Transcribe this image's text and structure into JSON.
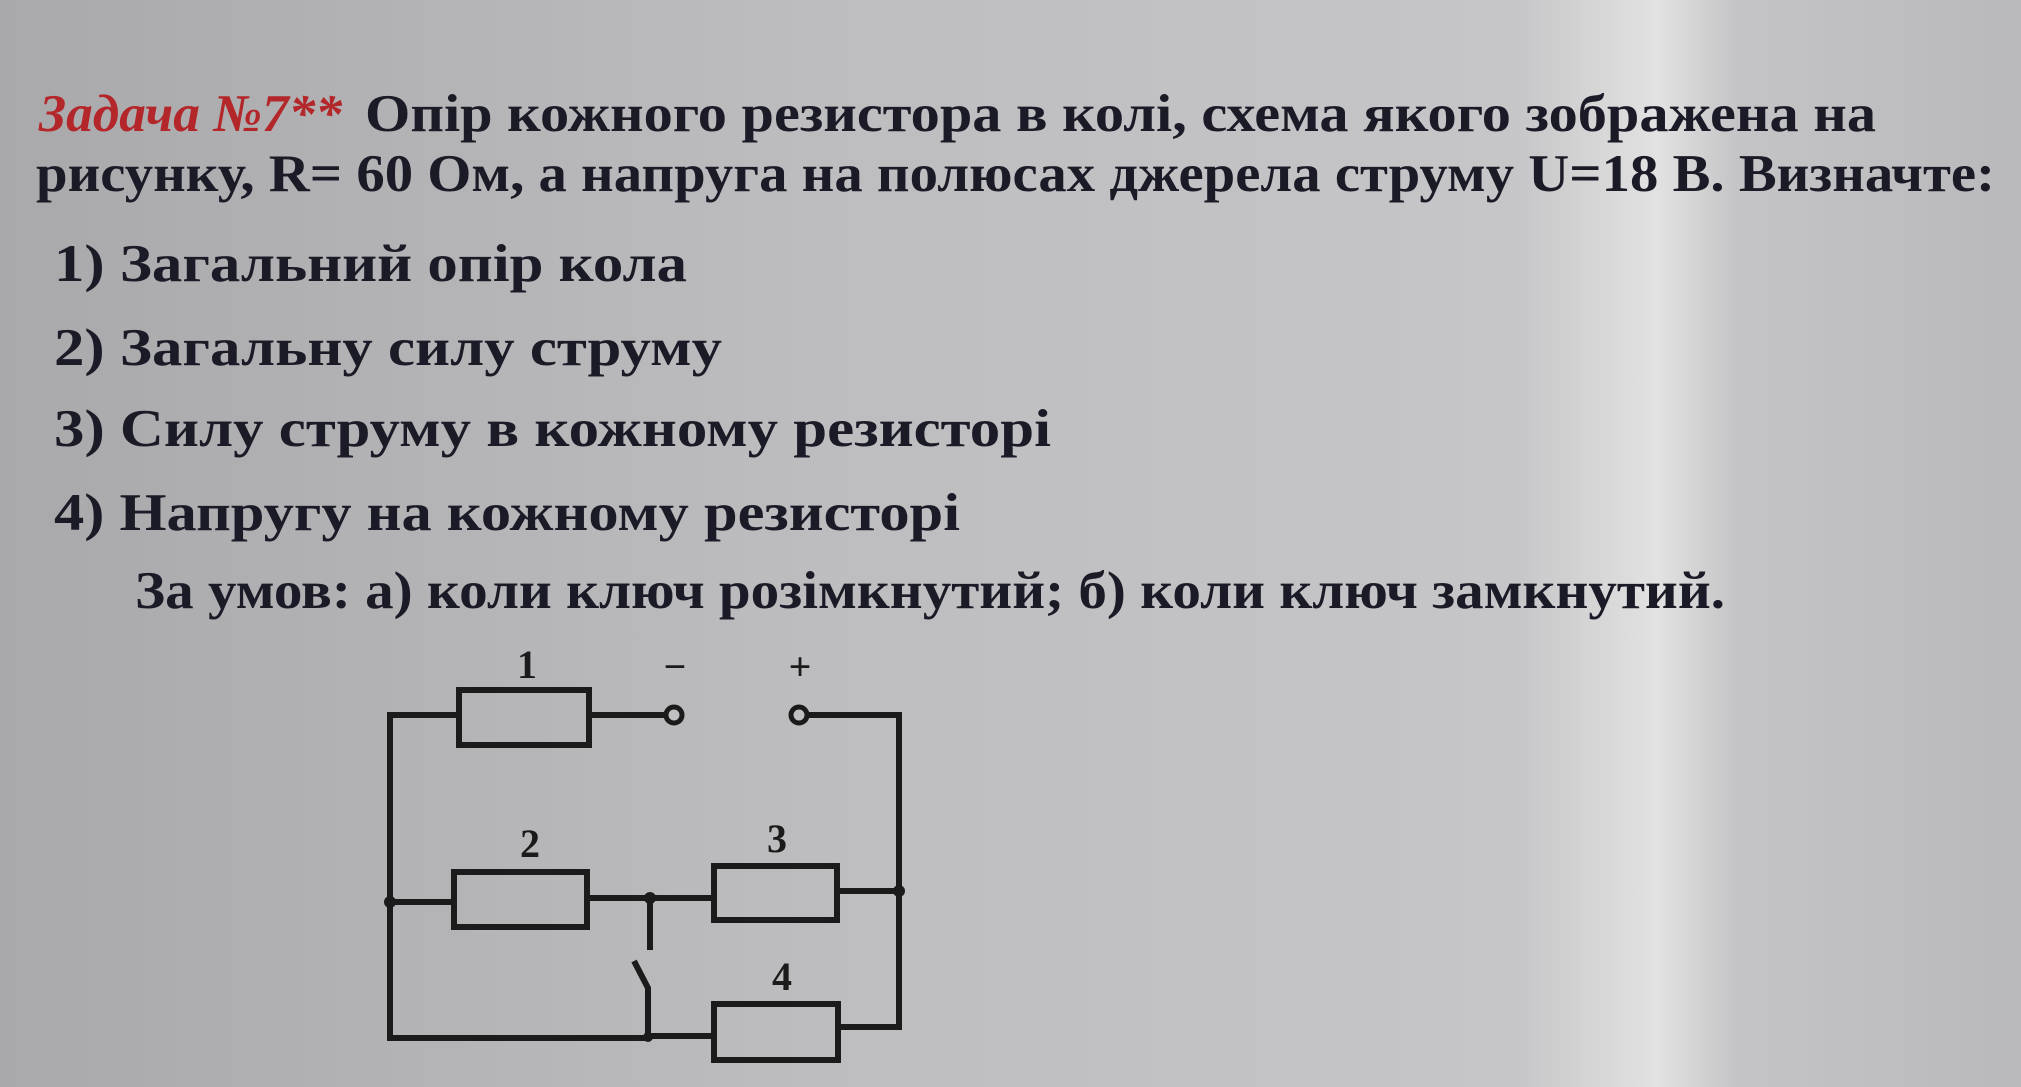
{
  "problem": {
    "label": "Задача №7**",
    "line1": "Опір кожного резистора в колі, схема якого зображена на",
    "line2": "рисунку, R= 60 Ом, а напруга на полюсах джерела струму U=18 В. Визначте:",
    "items": [
      "1) Загальний опір кола",
      "2) Загальну силу струму",
      "3) Силу струму  в кожному резисторі",
      "4) Напругу на кожному резисторі"
    ],
    "conditions": "За умов: а) коли ключ розімкнутий; б) коли ключ замкнутий."
  },
  "circuit": {
    "resistor_labels": [
      "1",
      "2",
      "3",
      "4"
    ],
    "minus": "−",
    "plus": "+",
    "switch_state": "open"
  }
}
